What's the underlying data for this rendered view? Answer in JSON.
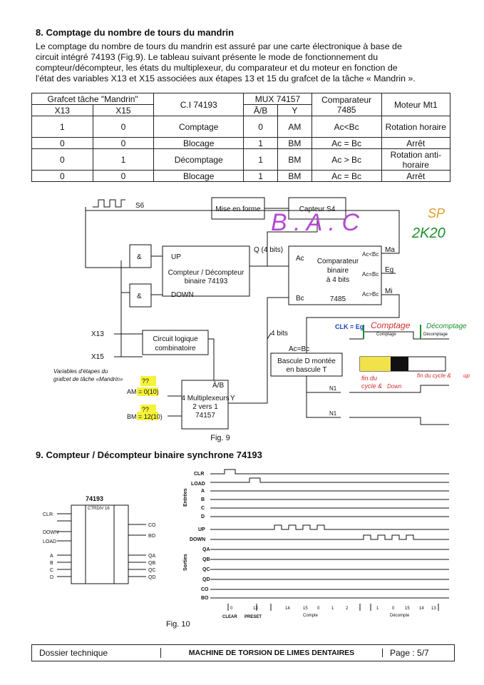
{
  "section8": {
    "title": "8. Comptage du nombre de tours du mandrin",
    "para": [
      "Le comptage du nombre de tours du mandrin est assuré par une carte électronique à base de",
      "circuit intégré 74193 (Fig.9). Le tableau suivant présente le mode de fonctionnement du",
      "compteur/décompteur, les états du multiplexeur, du comparateur et du moteur en fonction de",
      "l'état des variables X13 et X15 associées aux étapes 13 et 15 du grafcet de la tâche « Mandrin »."
    ]
  },
  "table": {
    "h_grafcet": "Grafcet tâche \"Mandrin\"",
    "h_x13": "X13",
    "h_x15": "X15",
    "h_ci": "C.I 74193",
    "h_mux": "MUX 74157",
    "h_ab": "Ā/B",
    "h_y": "Y",
    "h_comp": "Comparateur 7485",
    "h_moteur": "Moteur Mt1",
    "rows": [
      {
        "x13": "1",
        "x15": "0",
        "ci": "Comptage",
        "ab": "0",
        "y": "AM",
        "comp": "Ac<Bc",
        "moteur": "Rotation horaire"
      },
      {
        "x13": "0",
        "x15": "0",
        "ci": "Blocage",
        "ab": "1",
        "y": "BM",
        "comp": "Ac = Bc",
        "moteur": "Arrêt"
      },
      {
        "x13": "0",
        "x15": "1",
        "ci": "Décomptage",
        "ab": "1",
        "y": "BM",
        "comp": "Ac > Bc",
        "moteur": "Rotation anti-horaire"
      },
      {
        "x13": "0",
        "x15": "0",
        "ci": "Blocage",
        "ab": "1",
        "y": "BM",
        "comp": "Ac = Bc",
        "moteur": "Arrêt"
      }
    ]
  },
  "fig9": {
    "s6": "S6",
    "mise_en_forme": "Mise en forme",
    "capteur": "Capteur S4",
    "q_bits": "Q (4 bits)",
    "ac": "Ac",
    "bc": "Bc",
    "up": "UP",
    "down": "DOWN",
    "compteur": "Compteur / Décompteur",
    "binaire74193": "binaire 74193",
    "comparateur": "Comparateur",
    "binaire": "binaire",
    "a4bits": "à 4 bits",
    "c7485": "7485",
    "ma": "Ma",
    "eg": "Eg",
    "mi": "Mi",
    "alt": "Ac<Bc",
    "aeq": "Ac=Bc",
    "agt": "Ac>Bc",
    "x13": "X13",
    "x15": "X15",
    "circuit_logique": "Circuit logique",
    "combinatoire": "combinatoire",
    "four_bits": "4 bits",
    "ac_eq_bc": "Ac=Bc",
    "bascule1": "Bascule D montée",
    "bascule2": "en bascule T",
    "n1": "N1",
    "n1bar": "N1",
    "variables1": "Variables d'étapes du",
    "variables2": "grafcet de tâche «Mandrin»",
    "am": "AM = 0(10)",
    "bm": "BM = 12(10)",
    "qq": "??",
    "ab": "Ā/B",
    "mux1": "4 Multiplexeurs",
    "mux2": "2 vers 1",
    "mux3": "74157",
    "y": "Y",
    "amp": "&",
    "caption": "Fig. 9",
    "clk_eg": "CLK = Eg",
    "comptage": "Comptage",
    "decomptage": "Décomptage",
    "comptage_small": "Comptage",
    "decomptage_small": "Décomptage",
    "fin_cycle1": "fin du",
    "fin_cycle2": "cycle &",
    "down_note": "Down",
    "fin_cycle_up": "fin du cycle &",
    "up_note": "up",
    "hand_bac": "B . A . C",
    "hand_sp": "SP",
    "hand_2k20": "2K20"
  },
  "section9": {
    "title": "9. Compteur / Décompteur binaire synchrone 74193"
  },
  "fig10": {
    "chip": "74193",
    "ctrdiv": "CTRDIV 16",
    "clr": "CLR",
    "load": "LOAD",
    "entrees": "Entrées",
    "a": "A",
    "b": "B",
    "c": "C",
    "d": "D",
    "up": "UP",
    "down": "DOWN",
    "sorties": "Sorties",
    "qa": "QA",
    "qb": "QB",
    "qc": "QC",
    "qd": "QD",
    "co": "CO",
    "bo": "BO",
    "clear": "CLEAR",
    "preset": "PRESET",
    "compte": "Compte",
    "decompte": "Décompte",
    "seq_up": [
      "14",
      "15",
      "0",
      "1",
      "2"
    ],
    "seq_down": [
      "1",
      "0",
      "15",
      "14",
      "13"
    ],
    "n0": "0",
    "n13": "13",
    "caption": "Fig. 10"
  },
  "footer": {
    "left": "Dossier technique",
    "center": "MACHINE DE TORSION DE LIMES DENTAIRES",
    "right": "Page : 5/7"
  }
}
